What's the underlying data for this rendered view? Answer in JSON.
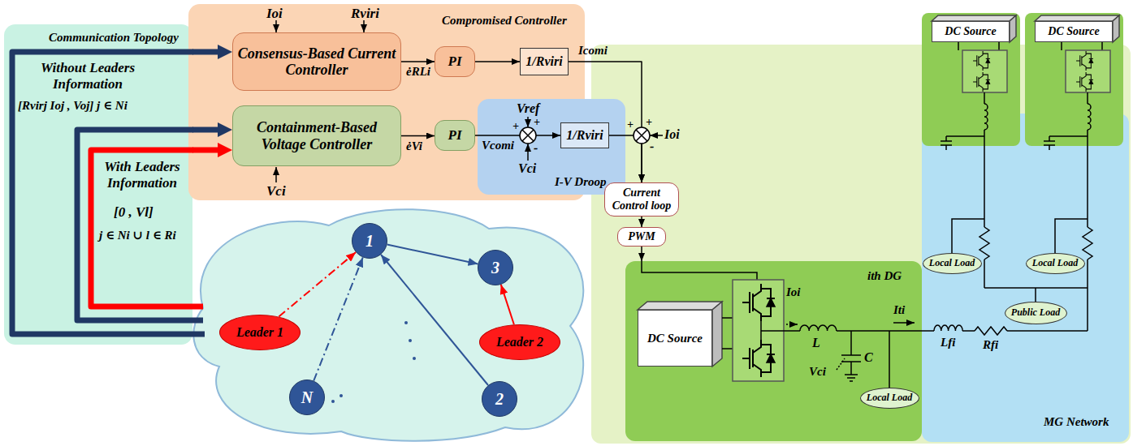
{
  "diagram": {
    "nodes": [
      {
        "text": [
          "Communication Topology"
        ]
      },
      {
        "text": [
          "Compromised Controller"
        ]
      },
      {
        "text": [
          "Consensus-Based Current Controller"
        ],
        "in": 1
      },
      {
        "text": [
          "PI"
        ],
        "in": 1
      },
      {
        "text": [
          "1/Rviri"
        ],
        "in": 1
      },
      {
        "text": [
          "Containment-Based Voltage Controller"
        ],
        "in": 1
      },
      {
        "text": [
          "PI"
        ],
        "in": 1
      },
      {
        "text": [
          "I-V Droop"
        ]
      },
      {
        "text": [
          "1/Rviri"
        ],
        "in": 7
      },
      {
        "text": [
          "Current Control loop"
        ]
      },
      {
        "text": [
          "PWM"
        ]
      },
      {
        "text": [
          "ith DG"
        ]
      },
      {
        "text": [
          "DC Source"
        ],
        "in": 11
      },
      {
        "text": [
          "Local Load"
        ],
        "in": 11
      },
      {
        "text": [
          "MG Network"
        ]
      },
      {
        "text": [
          "Local Load"
        ],
        "in": 14
      },
      {
        "text": [
          "Local Load"
        ],
        "in": 14
      },
      {
        "text": [
          "Public Load"
        ],
        "in": 14
      },
      {
        "text": [
          "DC Source"
        ]
      },
      {
        "text": [
          "DC Source"
        ]
      },
      {
        "text": [
          "1"
        ]
      },
      {
        "text": [
          "3"
        ]
      },
      {
        "text": [
          "N"
        ]
      },
      {
        "text": [
          "2"
        ]
      },
      {
        "text": [
          "Leader 1"
        ]
      },
      {
        "text": [
          "Leader 2"
        ]
      }
    ],
    "edges": [
      {
        "from": 0,
        "to": 2,
        "arrow": "to"
      },
      {
        "from": 0,
        "to": 5,
        "arrow": "to"
      },
      {
        "from": 0,
        "to": 5,
        "arrow": "to"
      },
      {
        "from": 2,
        "to": 3,
        "label": "ėRLi",
        "arrow": "to"
      },
      {
        "from": 3,
        "to": 4,
        "arrow": "to"
      },
      {
        "from": 5,
        "to": 6,
        "label": "ėVi",
        "arrow": "to"
      },
      {
        "from": 6,
        "to": 8,
        "label": "Vcomi",
        "arrow": "to"
      },
      {
        "from": 4,
        "to": 9,
        "label": "Icomi",
        "arrow": "to"
      },
      {
        "from": 8,
        "to": 9,
        "arrow": "to"
      },
      {
        "from": 9,
        "to": 10,
        "arrow": "to"
      },
      {
        "from": 10,
        "to": 11,
        "arrow": "to"
      },
      {
        "from": 24,
        "to": 20,
        "arrow": "to"
      },
      {
        "from": 20,
        "to": 21,
        "arrow": "to"
      },
      {
        "from": 22,
        "to": 20,
        "arrow": "to"
      },
      {
        "from": 23,
        "to": 20,
        "arrow": "to"
      },
      {
        "from": 25,
        "to": 21,
        "arrow": "to"
      }
    ],
    "labels": [
      "Ioi",
      "Rviri",
      "Vci",
      "Vref",
      "Vci",
      "Ioi",
      "Without Leaders Information",
      "[Rvirj Ioj , Voj] j ∈ Ni",
      "With Leaders Information",
      "[0 , Vl]",
      "j ∈ Ni ∪ l ∈ Ri",
      "Ioi",
      "Iti",
      "L",
      "Vci",
      "C",
      "Lfi",
      "Rfi",
      "+",
      "+",
      "-",
      "+",
      "+",
      "-"
    ]
  }
}
